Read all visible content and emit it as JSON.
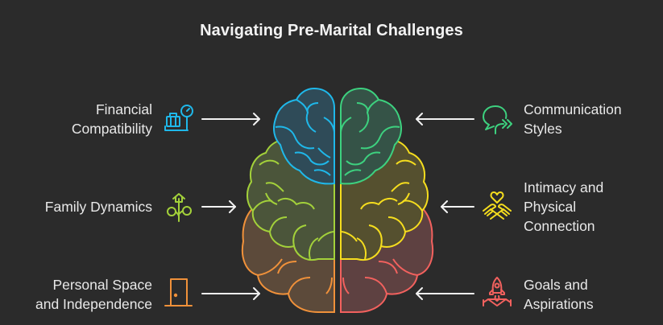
{
  "title": "Navigating Pre-Marital Challenges",
  "colors": {
    "background": "#2b2b2b",
    "text": "#e8e8e8",
    "arrow": "#f2f2f2",
    "financial": "#1fb8ea",
    "family": "#a3d13a",
    "personal": "#f0913a",
    "communication": "#3dd17f",
    "intimacy": "#f5dd1e",
    "goals": "#f2615e"
  },
  "left_items": [
    {
      "line1": "Financial",
      "line2": "Compatibility",
      "icon": "luggage-scale-icon",
      "color": "#1fb8ea"
    },
    {
      "line1": "Family Dynamics",
      "icon": "family-tree-house-icon",
      "color": "#a3d13a"
    },
    {
      "line1": "Personal Space",
      "line2": "and Independence",
      "icon": "door-icon",
      "color": "#f0913a"
    }
  ],
  "right_items": [
    {
      "line1": "Communication",
      "line2": "Styles",
      "icon": "speech-bubble-arrows-icon",
      "color": "#3dd17f"
    },
    {
      "line1": "Intimacy and",
      "line2": "Physical",
      "line3": "Connection",
      "icon": "heart-hands-icon",
      "color": "#f5dd1e"
    },
    {
      "line1": "Goals and",
      "line2": "Aspirations",
      "icon": "rocket-launch-icon",
      "color": "#f2615e"
    }
  ]
}
